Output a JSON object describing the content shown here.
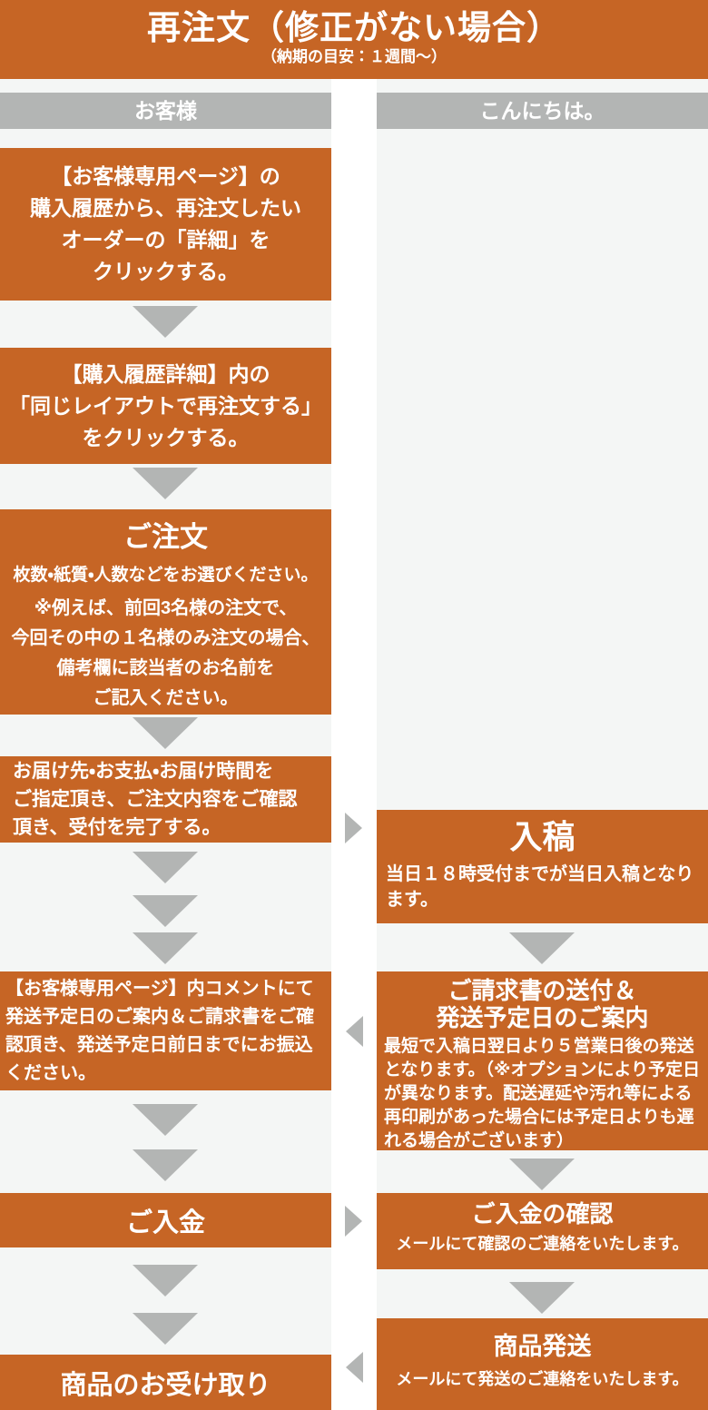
{
  "banner": {
    "title": "再注文（修正がない場合）",
    "subtitle": "（納期の目安：１週間～）"
  },
  "left_column": {
    "header": "お客様",
    "steps": {
      "open_detail": {
        "text": "【お客様専用ページ】の\n購入履歴から、再注文したい\nオーダーの「詳細」を\nクリックする。"
      },
      "reorder_same_layout": {
        "text": "【購入履歴詳細】内の\n「同じレイアウトで再注文する」\nをクリックする。"
      },
      "order": {
        "title": "ご注文",
        "body": "枚数・紙質・人数などをお選びください。",
        "note": "※例えば、前回3名様の注文で、\n今回その中の１名様のみ注文の場合、\n備考欄に該当者のお名前を\nご記入ください。"
      },
      "confirm": {
        "text": "お届け先・お支払・お届け時間を\nご指定頂き、ご注文内容をご確認\n頂き、受付を完了する。"
      },
      "transfer": {
        "text": "【お客様専用ページ】内コメントにて発送予定日のご案内＆ご請求書をご確認頂き、発送予定日前日までにお振込ください。"
      },
      "payment": {
        "title": "ご入金"
      },
      "receive": {
        "title": "商品のお受け取り"
      }
    }
  },
  "right_column": {
    "header": "こんにちは。",
    "steps": {
      "submission": {
        "title": "入稿",
        "body": "当日１８時受付までが当日入稿となり\nます。"
      },
      "invoice": {
        "title": "ご請求書の送付＆\n発送予定日のご案内",
        "body": "最短で入稿日翌日より５営業日後の発送となります。（※オプションにより予定日が異なります。配送遅延や汚れ等による再印刷があった場合には予定日よりも遅れる場合がございます）"
      },
      "payment_check": {
        "title": "ご入金の確認",
        "body": "メールにて確認のご連絡をいたします。"
      },
      "shipping": {
        "title": "商品発送",
        "body": "メールにて発送のご連絡をいたします。"
      }
    }
  },
  "colors": {
    "accent_orange": "#c66525",
    "arrow_gray": "#b3b5b4",
    "column_background": "#f4f6f5",
    "text": "#ffffff"
  }
}
